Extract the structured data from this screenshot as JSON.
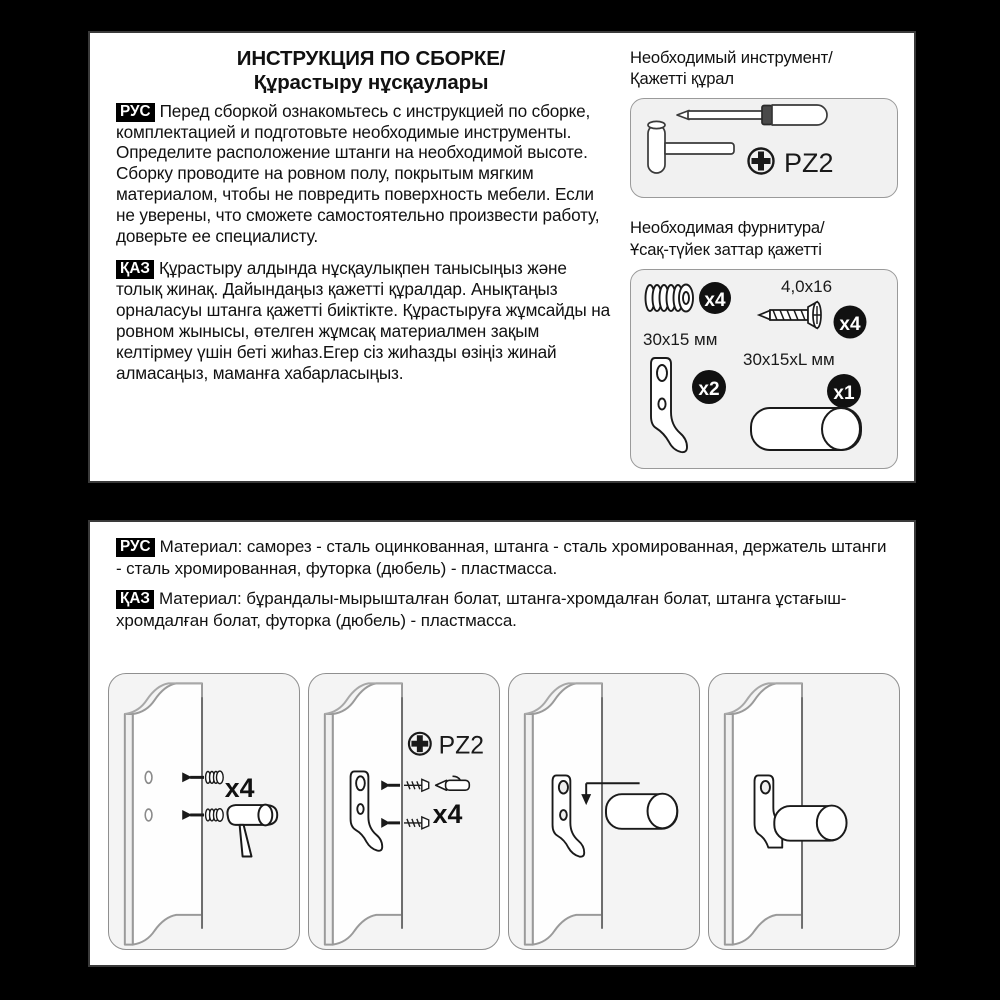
{
  "document": {
    "title_ru": "ИНСТРУКЦИЯ ПО СБОРКЕ/",
    "title_kk": "Құрастыру нұсқаулары"
  },
  "badges": {
    "ru": "РУС",
    "kk": "ҚАЗ"
  },
  "instructions": {
    "ru_text": "Перед сборкой ознакомьтесь с инструкцией по сборке, комплектацией и подготовьте необходимые инструменты. Определите расположение штанги на необходимой высоте. Сборку проводите на ровном полу, покрытым мягким материалом, чтобы не повредить поверхность мебели. Если не уверены, что сможете самостоятельно произвести работу, доверьте ее специалисту.",
    "kk_text": "Құрастыру алдында нұсқаулықпен танысыңыз және толық жинақ. Дайындаңыз қажетті құралдар. Анықтаңыз орналасуы штанга қажетті биіктікте. Құрастыруға жұмсайды на ровном жынысы, өтелген жұмсақ материалмен зақым келтірмеу үшін беті жиһаз.Егер сіз жиһазды өзіңіз жинай алмасаңыз, маманға хабарласыңыз."
  },
  "tools_section": {
    "heading_ru": "Необходимый инструмент/",
    "heading_kk": "Қажетті құрал",
    "items": [
      {
        "icon": "hammer-icon",
        "label": ""
      },
      {
        "icon": "screwdriver-icon",
        "label": ""
      },
      {
        "icon": "pozidriv-bit-icon",
        "label": "PZ2"
      }
    ]
  },
  "hardware_section": {
    "heading_ru": "Необходимая фурнитура/",
    "heading_kk": "Ұсақ-түйек заттар қажетті",
    "items": [
      {
        "icon": "plastic-dowel-icon",
        "size": "",
        "qty": "x4"
      },
      {
        "icon": "screw-icon",
        "size": "4,0x16",
        "qty": "x4"
      },
      {
        "icon": "rod-bracket-icon",
        "size": "30x15 мм",
        "qty": "x2"
      },
      {
        "icon": "rod-icon",
        "size": "30x15xL мм",
        "qty": "x1"
      }
    ]
  },
  "materials": {
    "ru_text": "Материал: саморез - сталь оцинкованная, штанга - сталь хромированная, держатель штанги - сталь хромированная, футорка (дюбель) - пластмасса.",
    "kk_text": "Материал: бұрандалы-мырышталған болат, штанга-хромдалған болат, штанга ұстағыш-хромдалған болат, футорка (дюбель) - пластмасса."
  },
  "steps": [
    {
      "name": "insert-dowels",
      "qty": "x4",
      "tool": "",
      "icons": [
        "wall-icon",
        "dowel-icon",
        "hammer-icon",
        "arrow-icon"
      ]
    },
    {
      "name": "screw-bracket",
      "qty": "x4",
      "tool": "PZ2",
      "icons": [
        "wall-icon",
        "bracket-icon",
        "screw-icon",
        "screwdriver-bit-icon",
        "arrow-icon"
      ]
    },
    {
      "name": "insert-rod",
      "qty": "",
      "tool": "",
      "icons": [
        "wall-icon",
        "bracket-icon",
        "rod-icon",
        "arrow-down-icon"
      ]
    },
    {
      "name": "assembled-result",
      "qty": "",
      "tool": "",
      "icons": [
        "wall-icon",
        "bracket-icon",
        "rod-icon"
      ]
    }
  ],
  "colors": {
    "background": "#000000",
    "panel": "#ffffff",
    "subpanel": "#f1f1f1",
    "outline": "#3a3a3a",
    "badge_bg": "#000000",
    "badge_text": "#ffffff"
  }
}
